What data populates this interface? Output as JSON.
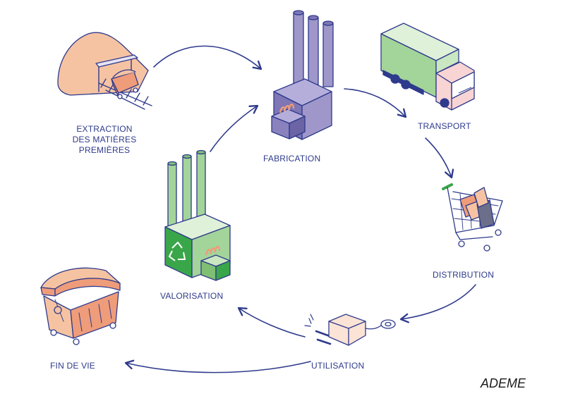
{
  "stages": {
    "extraction": {
      "label_lines": [
        "EXTRACTION",
        "DES MATIÈRES",
        "PREMIÈRES"
      ]
    },
    "fabrication": {
      "label": "FABRICATION"
    },
    "transport": {
      "label": "TRANSPORT"
    },
    "distribution": {
      "label": "DISTRIBUTION"
    },
    "utilisation": {
      "label": "UTILISATION"
    },
    "valorisation": {
      "label": "VALORISATION"
    },
    "fin_de_vie": {
      "label": "FIN DE VIE"
    }
  },
  "credit": "ADEME",
  "colors": {
    "arrow": "#2e3a8c",
    "outline": "#2e3a8c",
    "factory_purple": "#9f97c9",
    "factory_dark": "#7e76b5",
    "green_light": "#c9e7c1",
    "green_mid": "#a3d49a",
    "green_recycle": "#3aa64a",
    "peach": "#f6c3a2",
    "salmon": "#ee9c7a",
    "truck_cab": "#f8d4d4",
    "grey_box": "#6b6f8a"
  }
}
